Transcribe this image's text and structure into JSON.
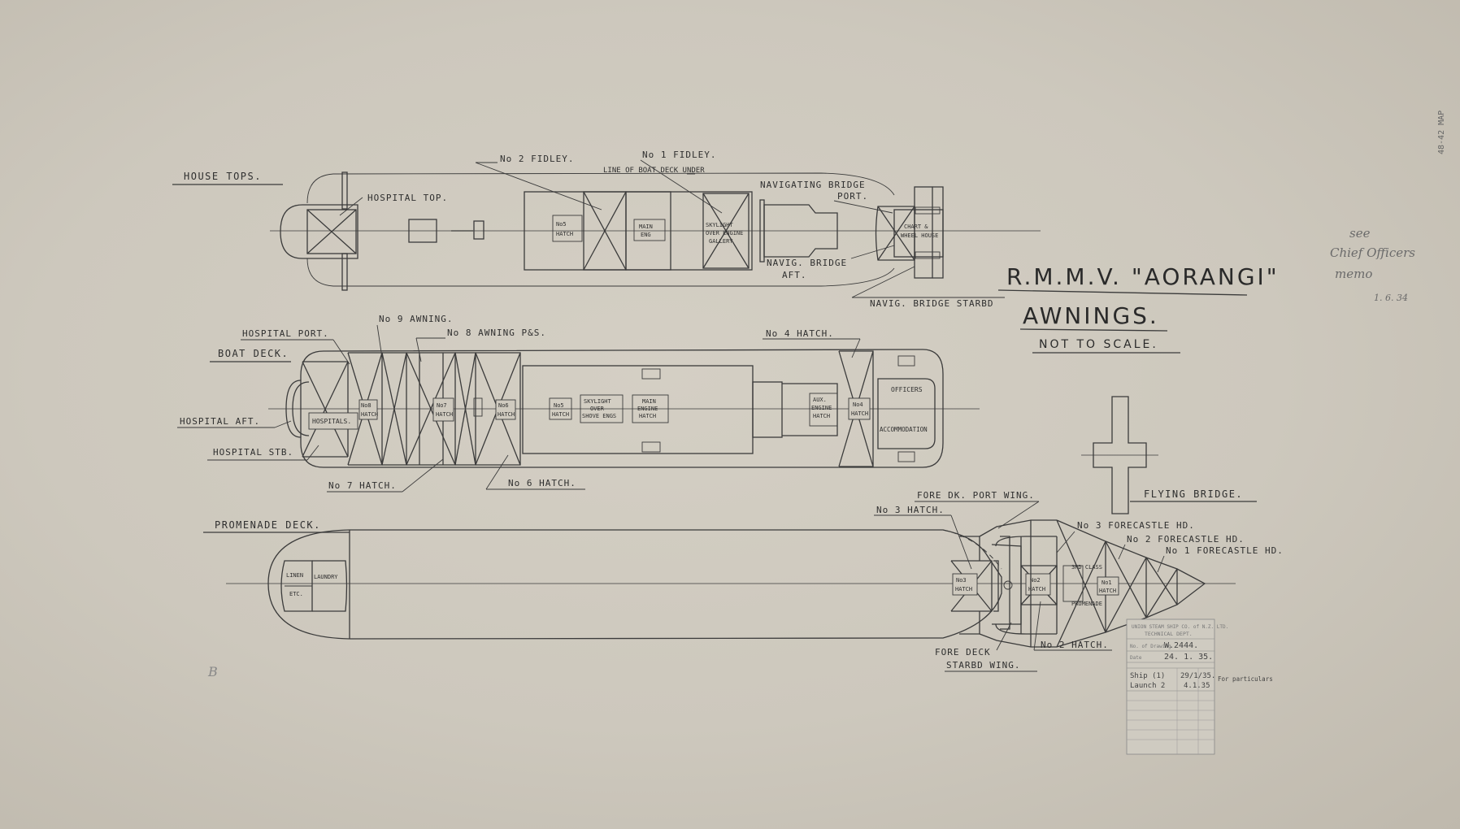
{
  "title": "R.M.M.V. \"AORANGI\"",
  "subtitle": "AWNINGS.",
  "scale_note": "NOT TO SCALE.",
  "sheet_number": "B",
  "margin_note": "48-42 MAP",
  "handwritten": {
    "line1": "see",
    "line2": "Chief Officers",
    "line3": "memo",
    "date": "1. 6. 34"
  },
  "house_tops": {
    "heading": "HOUSE TOPS.",
    "labels": {
      "fidley2": "No 2 FIDLEY.",
      "fidley1": "No 1 FIDLEY.",
      "boat_deck_line": "LINE OF BOAT DECK UNDER",
      "hospital_top": "HOSPITAL TOP.",
      "nav_bridge_port_1": "NAVIGATING BRIDGE",
      "nav_bridge_port_2": "PORT.",
      "nav_bridge_aft_1": "NAVIG. BRIDGE",
      "nav_bridge_aft_2": "AFT.",
      "nav_bridge_starbd": "NAVIG. BRIDGE STARBD"
    },
    "inner": {
      "hatch5_1": "No5",
      "hatch5_2": "HATCH",
      "main_eng_1": "MAIN",
      "main_eng_2": "ENG",
      "skylight_1": "SKYLIGHT",
      "skylight_2": "OVER ENGINE",
      "skylight_3": "GALLERY",
      "chart_1": "CHART &",
      "chart_2": "WHEEL HOUSE"
    }
  },
  "boat_deck": {
    "heading": "BOAT DECK.",
    "labels": {
      "hospital_port": "HOSPITAL PORT.",
      "awning9": "No 9 AWNING.",
      "awning8": "No 8 AWNING P&S.",
      "hatch4": "No 4 HATCH.",
      "hospital_aft": "HOSPITAL AFT.",
      "hospital_stb": "HOSPITAL STB.",
      "hatch7": "No 7 HATCH.",
      "hatch6": "No 6 HATCH."
    },
    "inner": {
      "hospitals": "HOSPITALS.",
      "h8_1": "No8",
      "h8_2": "HATCH",
      "h7_1": "No7",
      "h7_2": "HATCH",
      "h6_1": "No6",
      "h6_2": "HATCH",
      "h5_1": "No5",
      "h5_2": "HATCH",
      "sky_1": "SKYLIGHT",
      "sky_2": "OVER",
      "sky_3": "SHOVE ENGS",
      "me_1": "MAIN",
      "me_2": "ENGINE",
      "me_3": "HATCH",
      "aux_1": "AUX.",
      "aux_2": "ENGINE",
      "aux_3": "HATCH",
      "h4_1": "No4",
      "h4_2": "HATCH",
      "officers": "OFFICERS",
      "accommodation": "ACCOMMODATION"
    }
  },
  "promenade_deck": {
    "heading": "PROMENADE DECK.",
    "labels": {
      "fore_dk_port_wing": "FORE DK. PORT WING.",
      "hatch3": "No 3 HATCH.",
      "forecastle3": "No 3 FORECASTLE HD.",
      "forecastle2": "No 2 FORECASTLE HD.",
      "forecastle1": "No 1 FORECASTLE HD.",
      "fore_deck_1": "FORE DECK",
      "fore_deck_2": "STARBD WING.",
      "hatch2": "No 2 HATCH."
    },
    "inner": {
      "linen": "LINEN",
      "etc": "ETC.",
      "laundry": "LAUNDRY",
      "h3_1": "No3",
      "h3_2": "HATCH",
      "h2_1": "No2",
      "h2_2": "HATCH",
      "third_class": "3RD CLASS",
      "h1_1": "No1",
      "h1_2": "HATCH",
      "promenade": "PROMENADE"
    }
  },
  "flying_bridge": {
    "heading": "FLYING BRIDGE."
  },
  "stamp": {
    "company": "UNION STEAM SHIP CO. of N.Z. LTD.",
    "dept": "TECHNICAL DEPT.",
    "drawing_no_label": "No. of Drawing",
    "drawing_no": "W.2444.",
    "date_label": "Date",
    "date": "24. 1. 35.",
    "row1_name": "Ship (1)",
    "row1_date": "29/1/35.",
    "row1_note": "For particulars",
    "row2_name": "Launch 2",
    "row2_date": "4.1.35"
  }
}
